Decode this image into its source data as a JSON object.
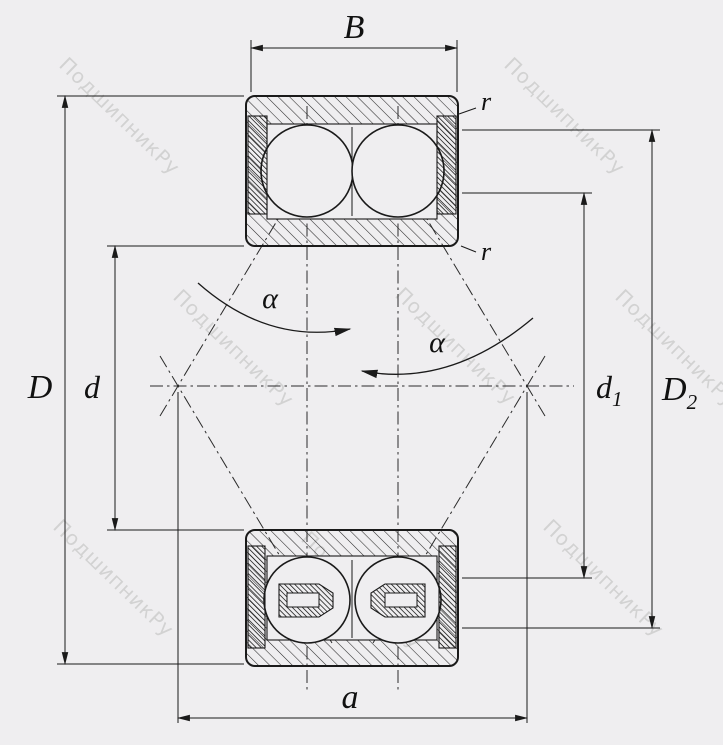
{
  "background_color": "#efeef0",
  "line_color": "#1a1a1a",
  "watermark": {
    "text": "ПодшипникРу",
    "color": "#d2d2d2"
  },
  "dimensions": {
    "top_width": "B",
    "outer_diameter": "D",
    "bore_diameter": "d",
    "inner_shoulder_diameter": {
      "base": "d",
      "sub": "1"
    },
    "outer_shoulder_diameter": {
      "base": "D",
      "sub": "2"
    },
    "pressure_center_span": "a",
    "fillet_radius_outer": "r",
    "fillet_radius_inner": "r",
    "contact_angle_left": "α",
    "contact_angle_right": "α"
  }
}
